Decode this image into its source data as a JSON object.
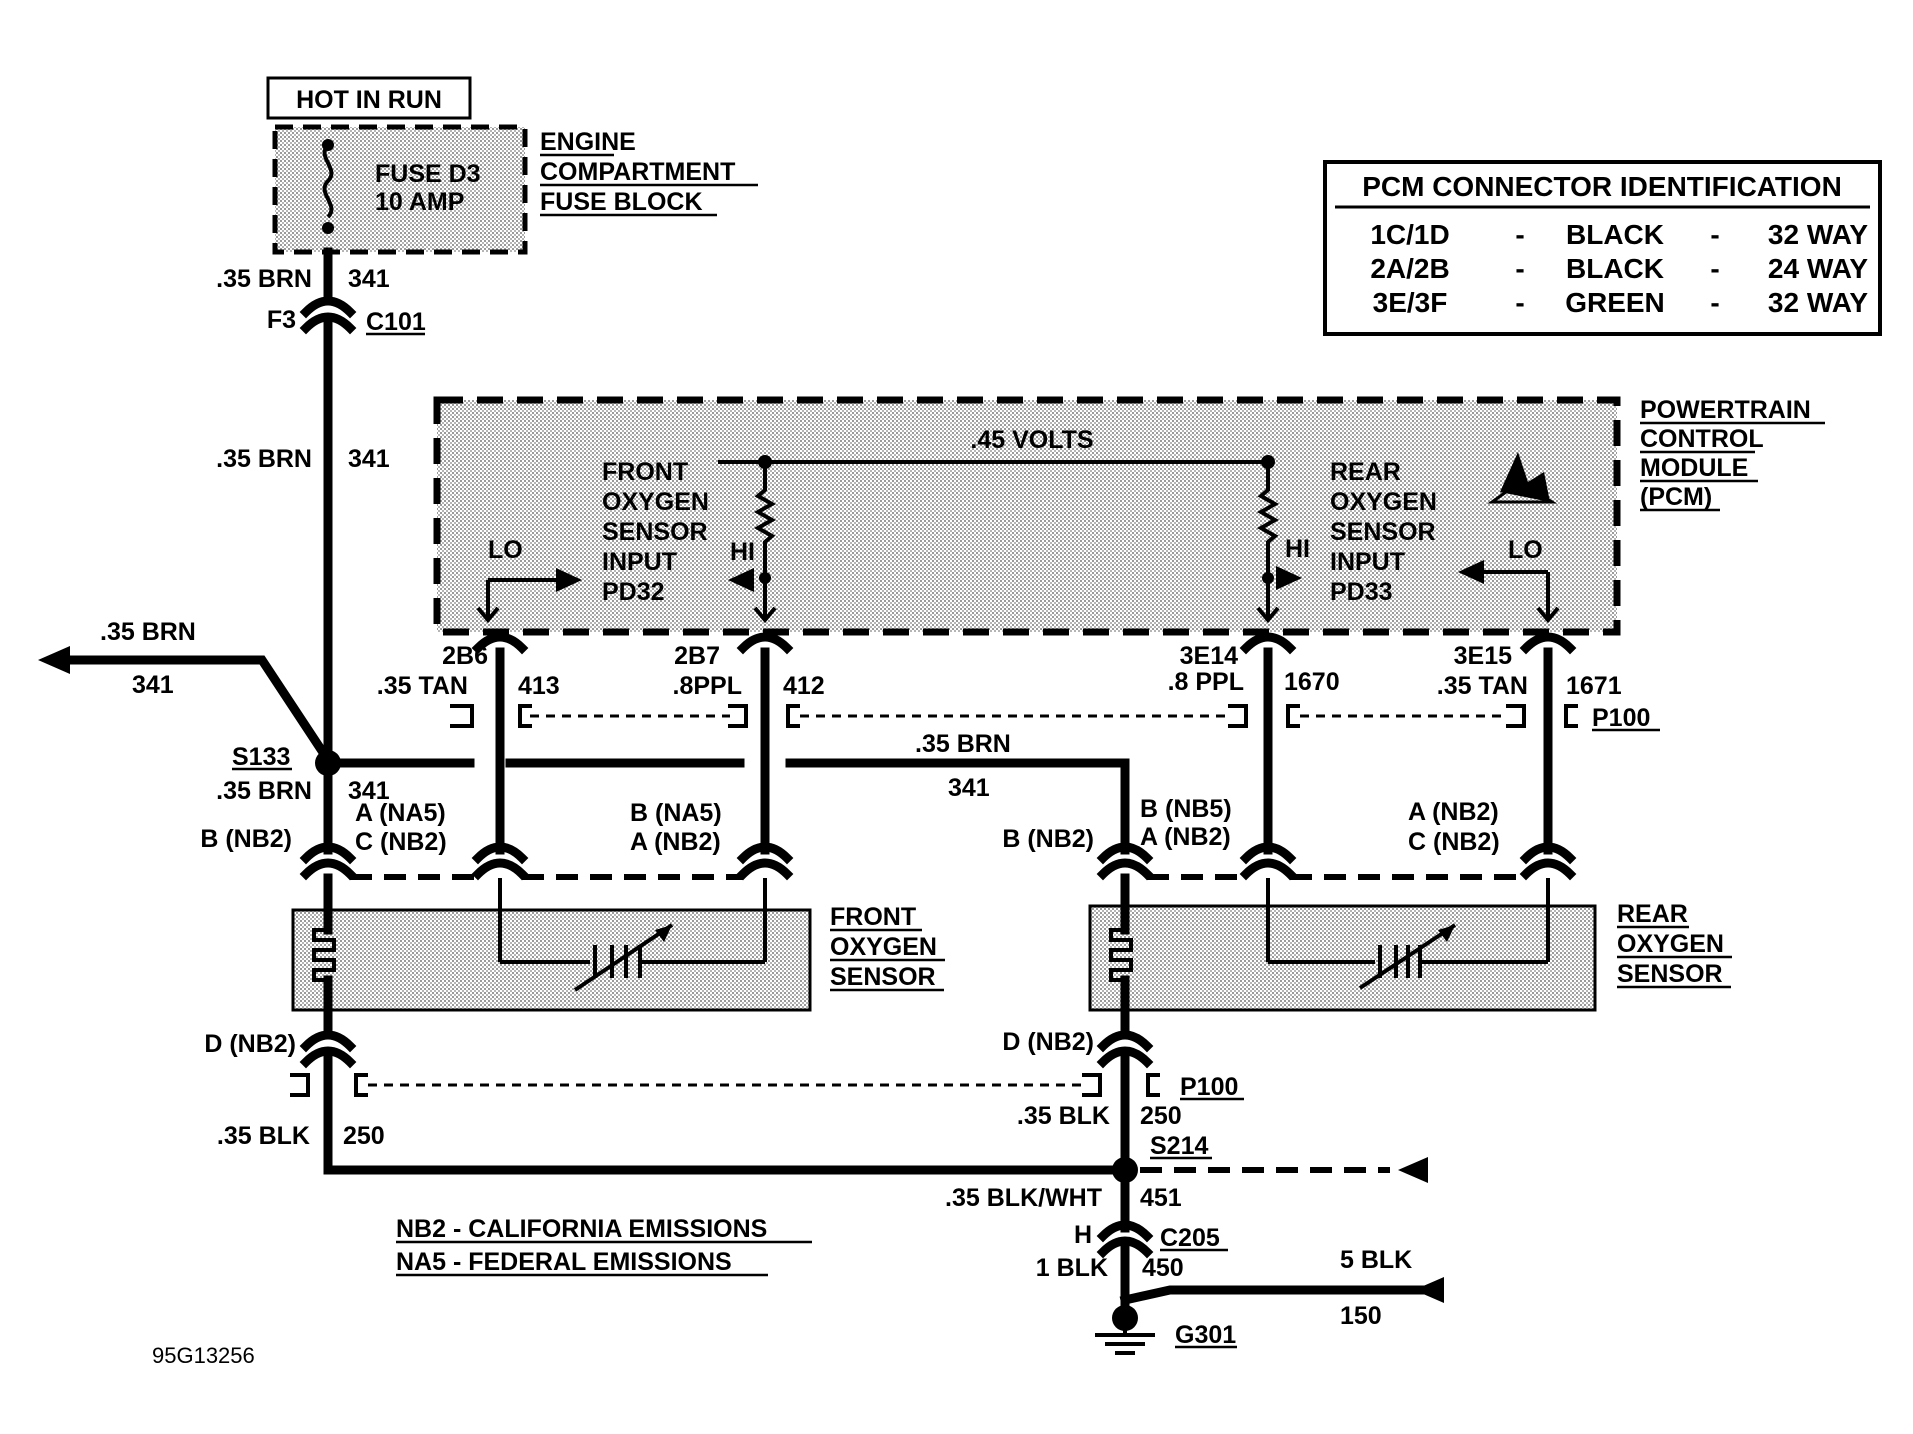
{
  "power": {
    "hot_label": "HOT IN RUN",
    "fuse_name": "FUSE D3",
    "fuse_rating": "10 AMP",
    "fuse_block_line1": "ENGINE",
    "fuse_block_line2": "COMPARTMENT",
    "fuse_block_line3": "FUSE BLOCK"
  },
  "connector_table": {
    "title": "PCM CONNECTOR IDENTIFICATION",
    "rows": [
      {
        "connector": "1C/1D",
        "sep1": "-",
        "color": "BLACK",
        "sep2": "-",
        "ways": "32 WAY"
      },
      {
        "connector": "2A/2B",
        "sep1": "-",
        "color": "BLACK",
        "sep2": "-",
        "ways": "24 WAY"
      },
      {
        "connector": "3E/3F",
        "sep1": "-",
        "color": "GREEN",
        "sep2": "-",
        "ways": "32 WAY"
      }
    ]
  },
  "pcm": {
    "name_line1": "POWERTRAIN",
    "name_line2": "CONTROL",
    "name_line3": "MODULE",
    "name_line4": "(PCM)",
    "volts": ".45 VOLTS",
    "front_input": [
      "FRONT",
      "OXYGEN",
      "SENSOR",
      "INPUT",
      "PD32"
    ],
    "rear_input": [
      "REAR",
      "OXYGEN",
      "SENSOR",
      "INPUT",
      "PD33"
    ],
    "lo": "LO",
    "hi": "HI"
  },
  "wires": {
    "w341_gauge": ".35 BRN",
    "w341_num": "341",
    "c101_pin": "F3",
    "c101": "C101",
    "branch_gauge": ".35 BRN",
    "branch_num": "341",
    "s133": "S133",
    "mid_gauge": ".35 BRN",
    "mid_num": "341",
    "pin_2b6": "2B6",
    "pin_2b7": "2B7",
    "pin_3e14": "3E14",
    "pin_3e15": "3E15",
    "g413": ".35 TAN",
    "n413": "413",
    "g412": ".8PPL",
    "n412": "412",
    "g1670": ".8 PPL",
    "n1670": "1670",
    "g1671": ".35 TAN",
    "n1671": "1671",
    "p100_top": "P100",
    "p100_bot": "P100",
    "f_b_nb2": "B (NB2)",
    "f_a_na5": "A (NA5)",
    "f_c_nb2": "C (NB2)",
    "f_b_na5": "B (NA5)",
    "f_a_nb2": "A (NB2)",
    "r_b_nb2": "B (NB2)",
    "r_b_nb5": "B (NB5)",
    "r_a_nb2": "A (NB2)",
    "r_a2_nb2": "A (NB2)",
    "r_c_nb2": "C (NB2)",
    "f_d_nb2": "D (NB2)",
    "r_d_nb2": "D (NB2)",
    "f_blk_gauge": ".35 BLK",
    "f_blk_num": "250",
    "r_blk_gauge": ".35 BLK",
    "r_blk_num": "250",
    "s214": "S214",
    "blkwht_gauge": ".35 BLK/WHT",
    "blkwht_num": "451",
    "c205_pin": "H",
    "c205": "C205",
    "g450_gauge": "1 BLK",
    "g450_num": "450",
    "g150_gauge": "5 BLK",
    "g150_num": "150",
    "g301": "G301"
  },
  "sensors": {
    "front_line1": "FRONT",
    "front_line2": "OXYGEN",
    "front_line3": "SENSOR",
    "rear_line1": "REAR",
    "rear_line2": "OXYGEN",
    "rear_line3": "SENSOR"
  },
  "notes": {
    "nb2": "NB2 - CALIFORNIA EMISSIONS",
    "na5": "NA5 - FEDERAL EMISSIONS",
    "figure_id": "95G13256"
  }
}
